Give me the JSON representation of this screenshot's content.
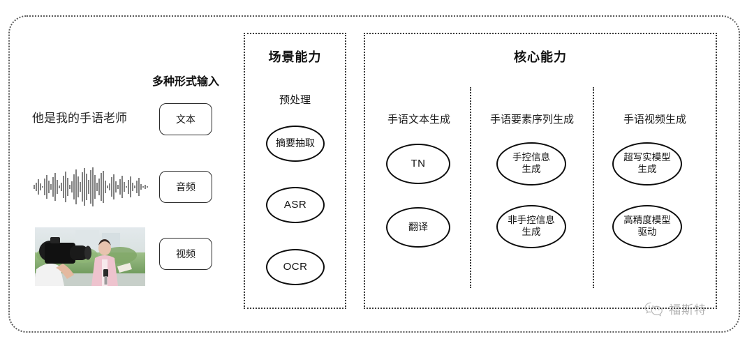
{
  "diagram": {
    "outer_frame": {
      "style": "dotted-rounded"
    },
    "input_section": {
      "title": "多种形式输入",
      "sample_text": "他是我的手语老师",
      "modalities": [
        {
          "icon": "text-icon",
          "label": "文本"
        },
        {
          "icon": "audio-waveform-icon",
          "label": "音频"
        },
        {
          "icon": "video-thumbnail-icon",
          "label": "视频"
        }
      ]
    },
    "scene_panel": {
      "title": "场景能力",
      "group_label": "预处理",
      "nodes": [
        {
          "label": "摘要抽取"
        },
        {
          "label": "ASR"
        },
        {
          "label": "OCR"
        }
      ]
    },
    "core_panel": {
      "title": "核心能力",
      "columns": [
        {
          "heading": "手语文本生成",
          "nodes": [
            {
              "label": "TN"
            },
            {
              "label": "翻译"
            }
          ]
        },
        {
          "heading": "手语要素序列生成",
          "nodes": [
            {
              "label": "手控信息\n生成"
            },
            {
              "label": "非手控信息\n生成"
            }
          ]
        },
        {
          "heading": "手语视频生成",
          "nodes": [
            {
              "label": "超写实模型\n生成"
            },
            {
              "label": "高精度模型\n驱动"
            }
          ]
        }
      ]
    },
    "watermark": {
      "icon": "wechat-icon",
      "text": "福斯特"
    },
    "colors": {
      "frame": "#5a5a5a",
      "panel_border": "#3c3c3c",
      "node_border": "#0d0d0d",
      "text": "#111111",
      "background": "#ffffff",
      "watermark": "#555555"
    }
  }
}
